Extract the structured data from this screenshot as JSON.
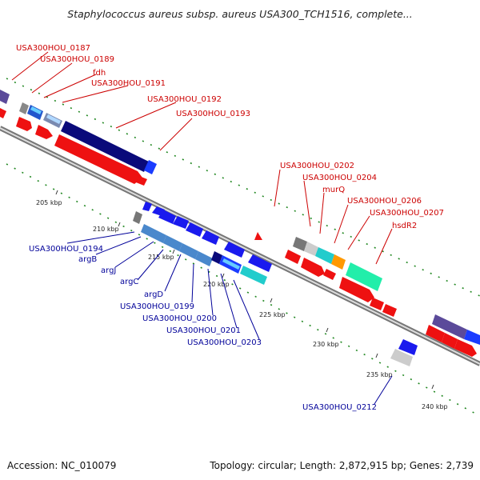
{
  "title": "Staphylococcus aureus subsp. aureus USA300_TCH1516, complete...",
  "footer": {
    "accession": "Accession: NC_010079",
    "stats": "Topology: circular; Length: 2,872,915 bp; Genes: 2,739"
  },
  "colors": {
    "forward_label": "#cc0000",
    "reverse_label": "#000099",
    "backbone": "#888888"
  },
  "ticks": [
    "205 kbp",
    "210 kbp",
    "215 kbp",
    "220 kbp",
    "225 kbp",
    "230 kbp",
    "235 kbp",
    "240 kbp"
  ],
  "forward_labels": [
    "USA300HOU_0187",
    "USA300HOU_0189",
    "fdh",
    "USA300HOU_0191",
    "USA300HOU_0192",
    "USA300HOU_0193",
    "USA300HOU_0202",
    "USA300HOU_0204",
    "murQ",
    "USA300HOU_0206",
    "USA300HOU_0207",
    "hsdR2"
  ],
  "reverse_labels": [
    "USA300HOU_0194",
    "argB",
    "argJ",
    "argC",
    "argD",
    "USA300HOU_0199",
    "USA300HOU_0200",
    "USA300HOU_0201",
    "USA300HOU_0203",
    "USA300HOU_0212"
  ]
}
